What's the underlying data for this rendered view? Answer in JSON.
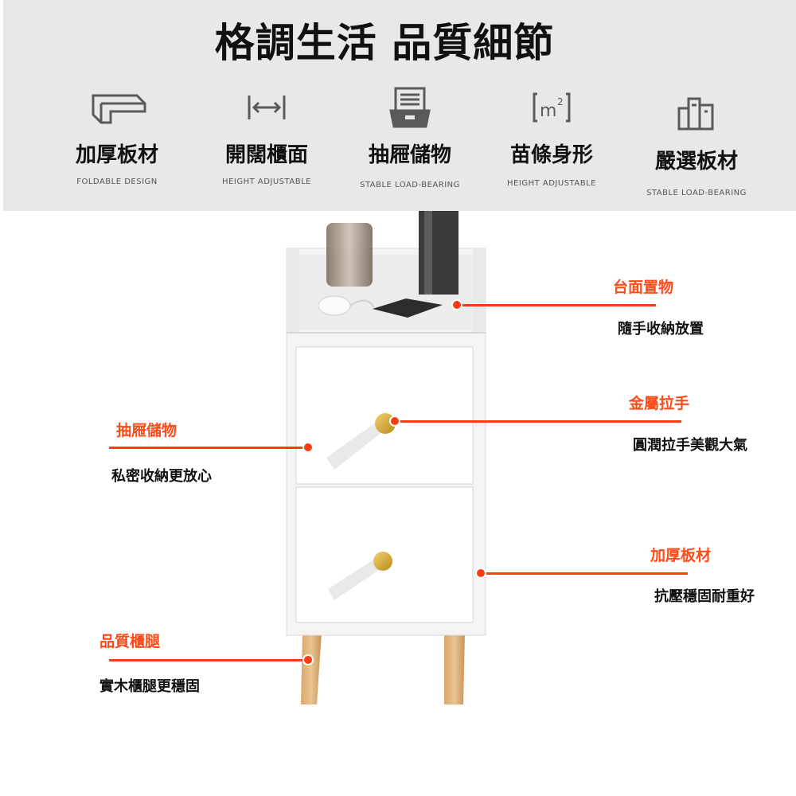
{
  "title": "格調生活 品質細節",
  "features": [
    {
      "label": "加厚板材",
      "sub": "FOLDABLE DESIGN",
      "icon": "board-icon"
    },
    {
      "label": "開闊櫃面",
      "sub": "HEIGHT ADJUSTABLE",
      "icon": "width-arrows-icon"
    },
    {
      "label": "抽屜儲物",
      "sub": "STABLE LOAD-BEARING",
      "icon": "drawer-icon"
    },
    {
      "label": "苗條身形",
      "sub": "HEIGHT ADJUSTABLE",
      "icon": "square-meter-icon"
    },
    {
      "label": "嚴選板材",
      "sub": "STABLE LOAD-BEARING",
      "icon": "panels-icon"
    }
  ],
  "callouts": {
    "top": {
      "title": "台面置物",
      "desc": "隨手收納放置"
    },
    "handle": {
      "title": "金屬拉手",
      "desc": "圓潤拉手美觀大氣"
    },
    "drawer": {
      "title": "抽屜儲物",
      "desc": "私密收納更放心"
    },
    "board": {
      "title": "加厚板材",
      "desc": "抗壓穩固耐重好"
    },
    "legs": {
      "title": "品質櫃腿",
      "desc": "實木櫃腿更穩固"
    }
  },
  "colors": {
    "accent": "#ff3b12",
    "band": "#e8e8e8",
    "handle": "#d4a52a"
  }
}
